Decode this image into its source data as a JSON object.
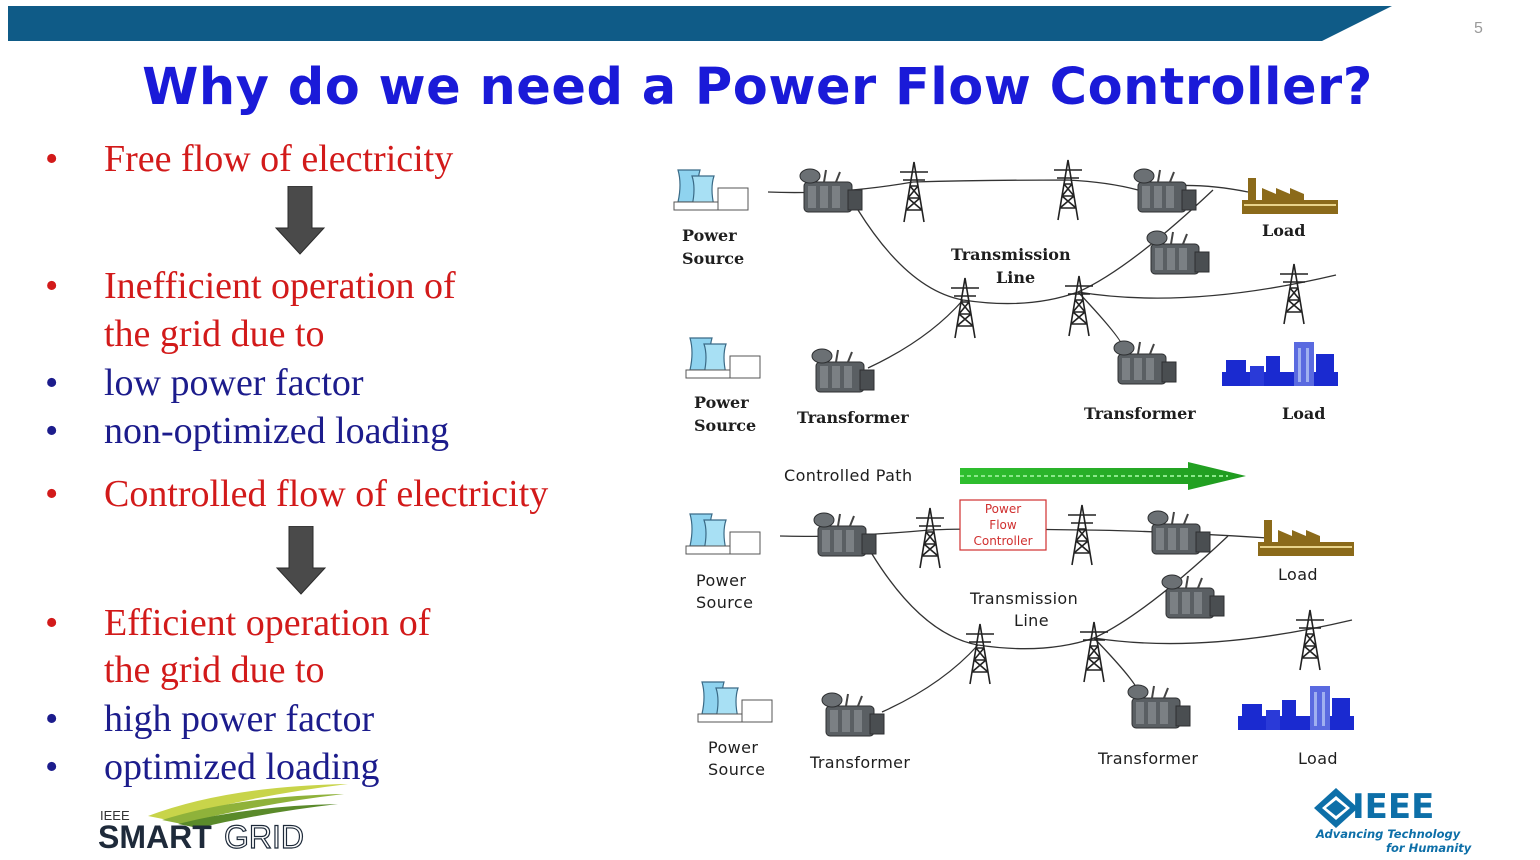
{
  "slide": {
    "number": "5",
    "title": "Why do we need a Power Flow Controller?"
  },
  "bullets": [
    {
      "marker": "•",
      "text": "Free flow of electricity",
      "color": "#d21a1a"
    },
    {
      "marker": "•",
      "text": "Inefficient operation of",
      "continuation": "the grid due to",
      "color": "#d21a1a"
    },
    {
      "marker": "•",
      "text": "low power factor",
      "color": "#1c1c8c"
    },
    {
      "marker": "•",
      "text": "non-optimized loading",
      "color": "#1c1c8c"
    },
    {
      "marker": "•",
      "text": "Controlled flow of electricity",
      "color": "#d21a1a"
    },
    {
      "marker": "•",
      "text": "Efficient operation of",
      "continuation": "the grid due to",
      "color": "#d21a1a"
    },
    {
      "marker": "•",
      "text": "high power factor",
      "color": "#1c1c8c"
    },
    {
      "marker": "•",
      "text": "optimized loading",
      "color": "#1c1c8c"
    }
  ],
  "diagram_top": {
    "power_source_1": [
      "Power",
      "Source"
    ],
    "power_source_2": [
      "Power",
      "Source"
    ],
    "transmission_line": [
      "Transmission",
      "Line"
    ],
    "transformer_left": "Transformer",
    "transformer_right": "Transformer",
    "load_top": "Load",
    "load_bottom": "Load"
  },
  "diagram_bottom": {
    "controlled_path": "Controlled Path",
    "power_flow_controller": [
      "Power",
      "Flow",
      "Controller"
    ],
    "power_source_1": [
      "Power",
      "Source"
    ],
    "power_source_2": [
      "Power",
      "Source"
    ],
    "transmission_line": [
      "Transmission",
      "Line"
    ],
    "transformer_left": "Transformer",
    "transformer_right": "Transformer",
    "load_top": "Load",
    "load_bottom": "Load"
  },
  "logos": {
    "ieee_smartgrid": {
      "small": "IEEE",
      "smart": "SMART",
      "grid": "GRID"
    },
    "ieee": {
      "name": "IEEE",
      "tagline_1": "Advancing Technology",
      "tagline_2": "for Humanity"
    }
  },
  "colors": {
    "title": "#1a1ad8",
    "topbar": "#0f5b87",
    "red_text": "#d21a1a",
    "blue_text": "#1c1c8c",
    "arrow_green": "#2fbf2f",
    "ieee_blue": "#0d6fa8"
  }
}
